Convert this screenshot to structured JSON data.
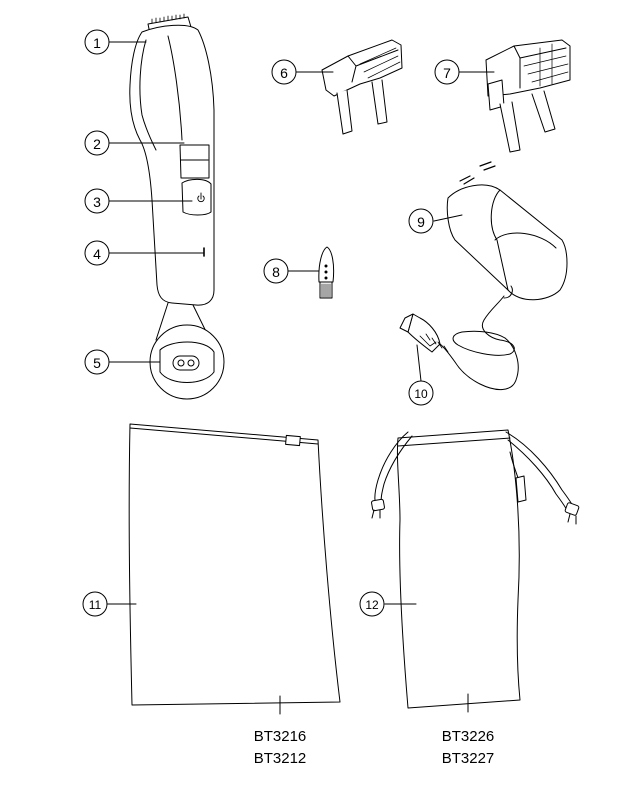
{
  "callouts": [
    {
      "number": "1",
      "part": "trimmer-blade"
    },
    {
      "number": "2",
      "part": "zoom-wheel"
    },
    {
      "number": "3",
      "part": "power-button"
    },
    {
      "number": "4",
      "part": "charging-indicator"
    },
    {
      "number": "5",
      "part": "socket-for-small-plug"
    },
    {
      "number": "6",
      "part": "comb-short"
    },
    {
      "number": "7",
      "part": "comb-long"
    },
    {
      "number": "8",
      "part": "cleaning-brush"
    },
    {
      "number": "9",
      "part": "adapter"
    },
    {
      "number": "10",
      "part": "small-plug"
    },
    {
      "number": "11",
      "part": "storage-pouch"
    },
    {
      "number": "12",
      "part": "drawstring-pouch"
    }
  ],
  "captions": {
    "left": [
      "BT3216",
      "BT3212"
    ],
    "right": [
      "BT3226",
      "BT3227"
    ]
  },
  "colors": {
    "line": "#000000",
    "fill": "#ffffff",
    "shade": "#f4f4f4"
  },
  "icons": [
    "power-symbol-icon",
    "led-indicator-icon"
  ]
}
